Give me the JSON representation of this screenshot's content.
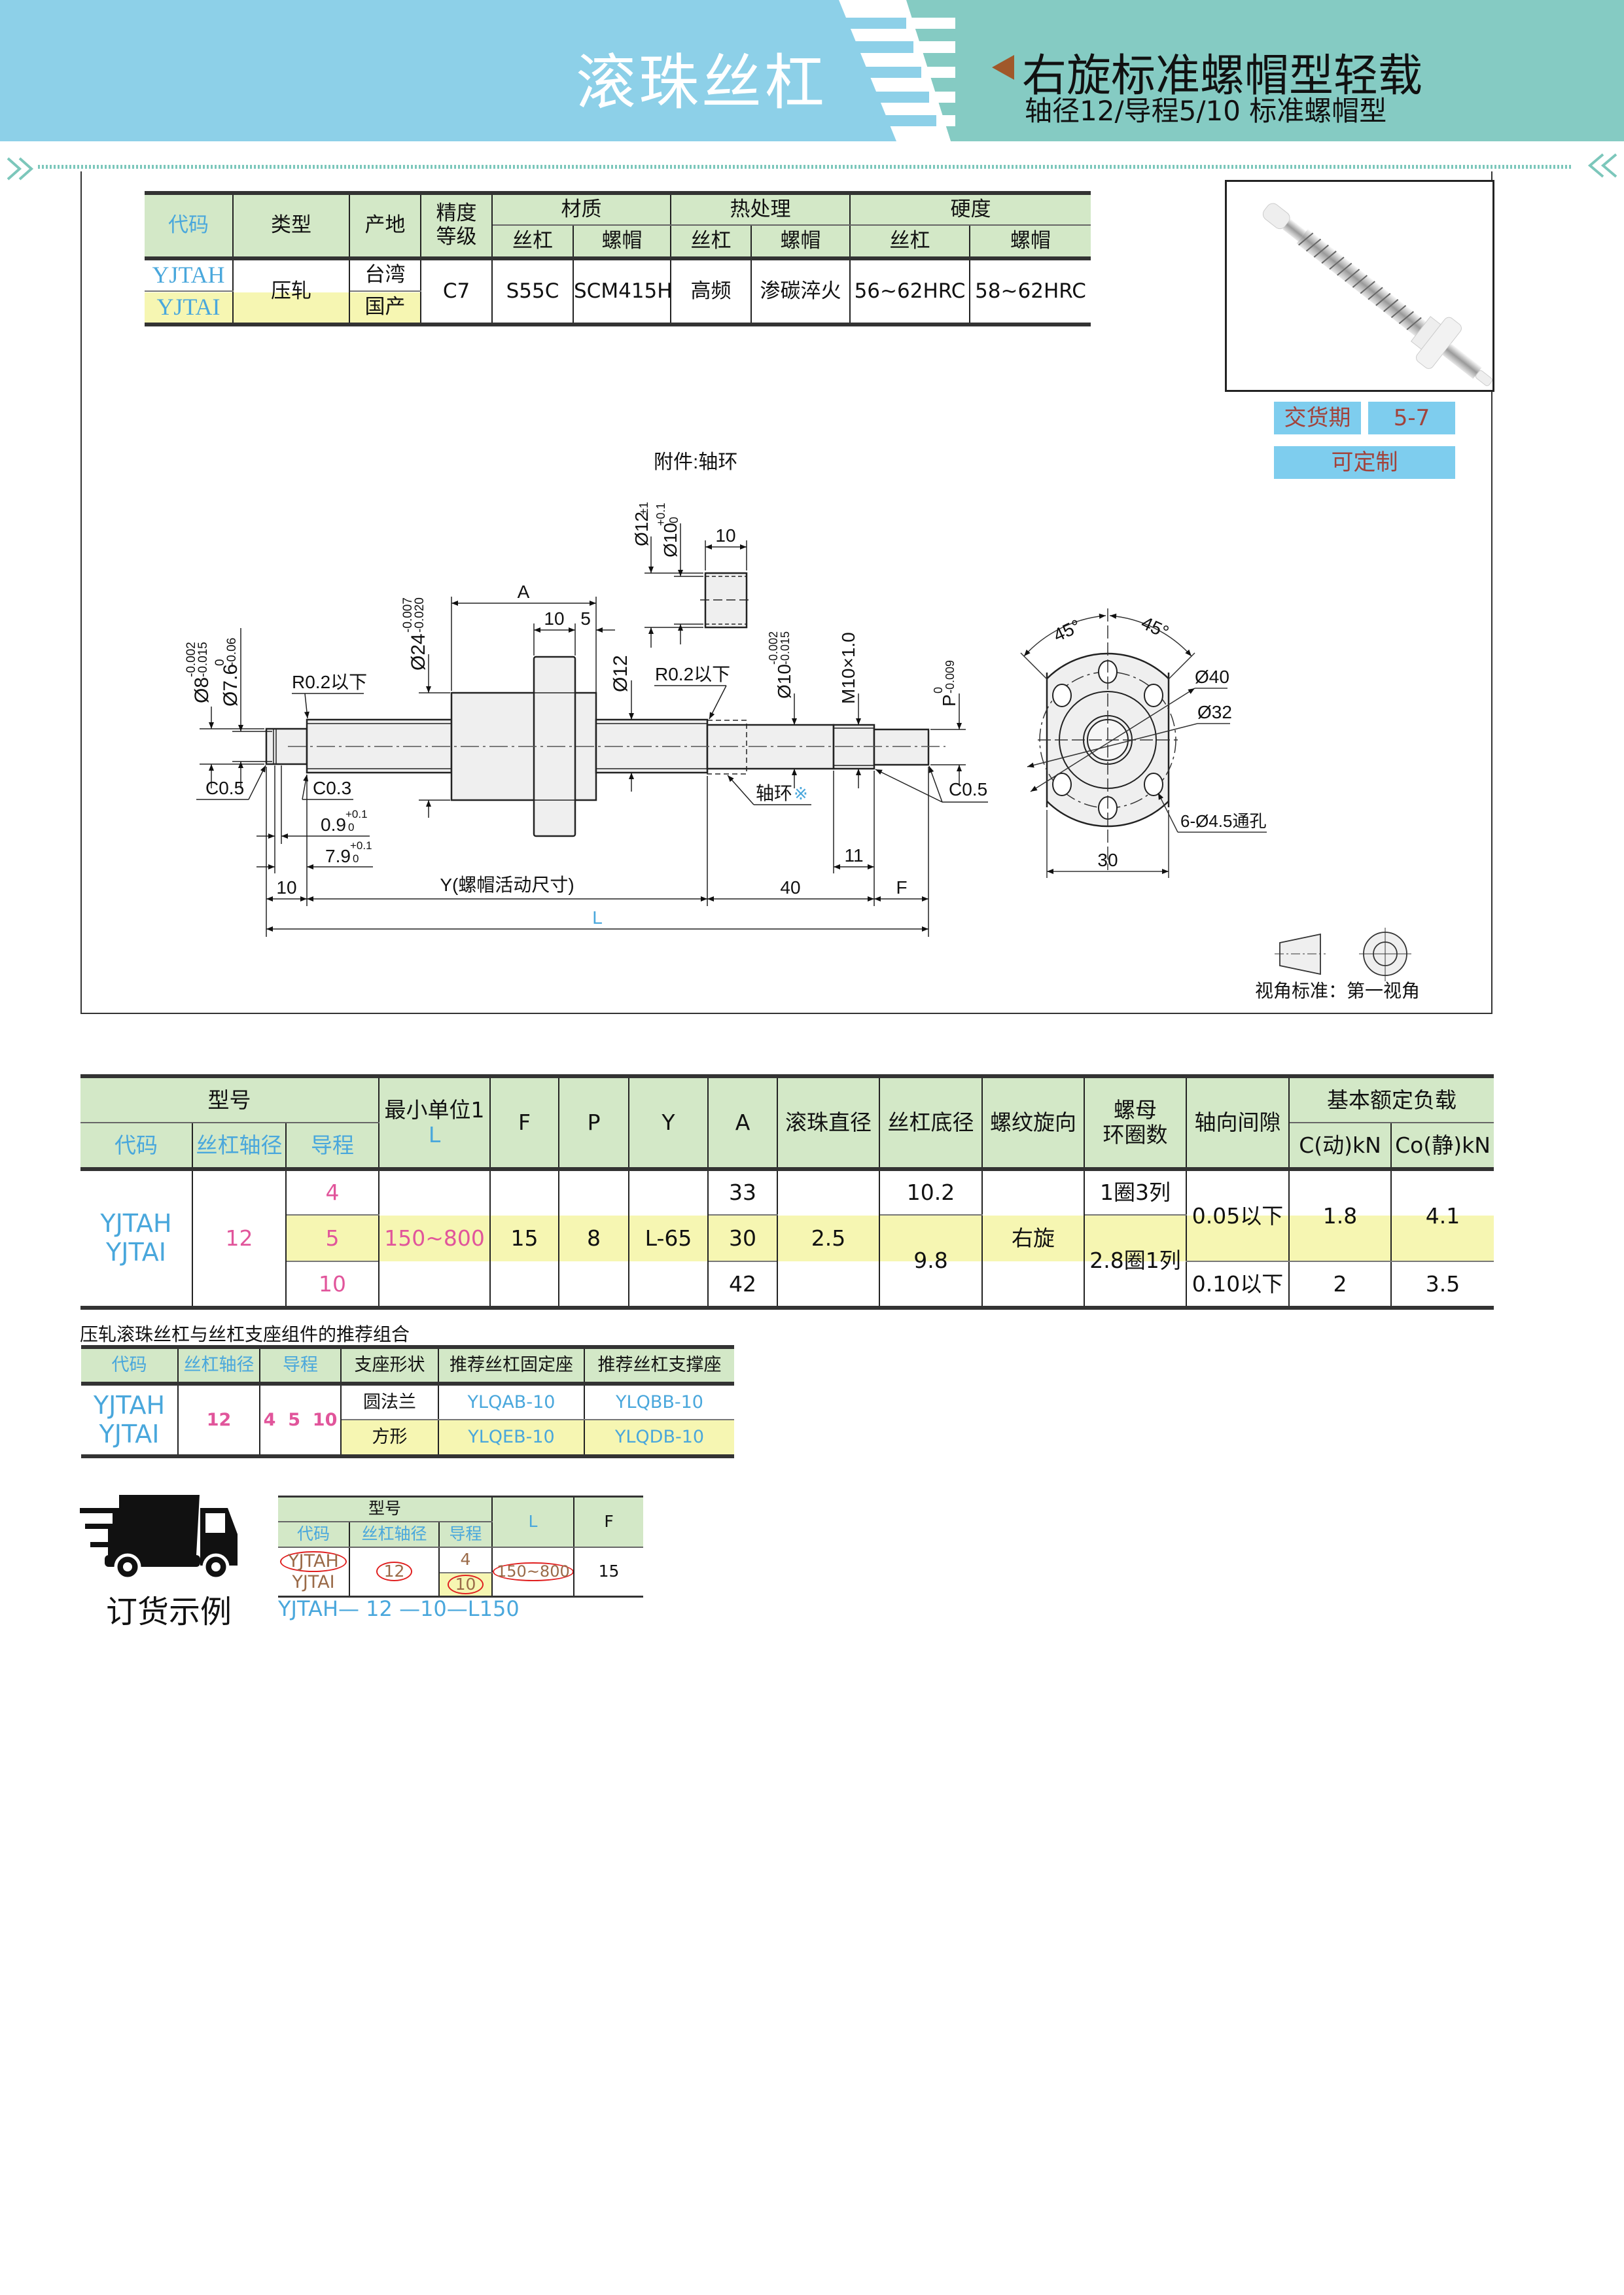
{
  "header": {
    "category": "滚珠丝杠",
    "title": "右旋标准螺帽型轻载",
    "subtitle": "轴径12/导程5/10  标准螺帽型",
    "colors": {
      "left_band": "#8dd0e8",
      "right_band": "#85cbc3",
      "arrow": "#a0582a"
    }
  },
  "spec_table": {
    "headers": {
      "code": "代码",
      "type": "类型",
      "origin": "产地",
      "grade_line1": "精度",
      "grade_line2": "等级",
      "material": "材质",
      "heat": "热处理",
      "hardness": "硬度",
      "screw": "丝杠",
      "nut": "螺帽"
    },
    "rows": [
      {
        "code": "YJTAH",
        "origin": "台湾"
      },
      {
        "code": "YJTAI",
        "origin": "国产"
      }
    ],
    "type": "压轧",
    "grade": "C7",
    "screw_material": "S55C",
    "nut_material": "SCM415H",
    "screw_heat": "高频",
    "nut_heat": "渗碳淬火",
    "screw_hardness": "56~62HRC",
    "nut_hardness": "58~62HRC"
  },
  "delivery": {
    "label": "交货期",
    "value": "5-7",
    "custom": "可定制"
  },
  "drawing": {
    "accessory_title": "附件:轴环",
    "d12_collar": {
      "main": "Ø12",
      "tol": "±1"
    },
    "d10_collar": {
      "main": "Ø10",
      "upper": "+0.1",
      "lower": "0"
    },
    "collar_len": "10",
    "d8": {
      "main": "Ø8",
      "upper": "-0.002",
      "lower": "-0.015"
    },
    "d76": {
      "main": "Ø7.6",
      "upper": "0",
      "lower": "-0.06"
    },
    "d24": {
      "main": "Ø24",
      "upper": "-0.007",
      "lower": "-0.020"
    },
    "d12": "Ø12",
    "d12b": "Ø12",
    "d10": {
      "main": "Ø10",
      "upper": "-0.002",
      "lower": "-0.015"
    },
    "m10": "M10×1.0",
    "p": {
      "main": "P",
      "upper": "0",
      "lower": "-0.009"
    },
    "a": "A",
    "flange_w": "10",
    "flange_off": "5",
    "r02_left": "R0.2以下",
    "r02_right": "R0.2以下",
    "c05_left": "C0.5",
    "c03": "C0.3",
    "c05_right": "C0.5",
    "g09": {
      "main": "0.9",
      "upper": "+0.1",
      "lower": "0"
    },
    "g79": {
      "main": "7.9",
      "upper": "+0.1",
      "lower": "0"
    },
    "collar_label": "轴环",
    "collar_mark": "※",
    "len10": "10",
    "y_label": "Y(螺帽活动尺寸)",
    "len40": "40",
    "f_label": "F",
    "len11": "11",
    "l_label": "L",
    "angle1": "45°",
    "angle2": "45°",
    "d40": "Ø40",
    "d32": "Ø32",
    "holes": "6-Ø4.5通孔",
    "width30": "30",
    "view_standard": "视角标准：第一视角"
  },
  "main_table": {
    "headers": {
      "model": "型号",
      "code": "代码",
      "shaft_dia": "丝杠轴径",
      "lead": "导程",
      "min_unit_line1": "最小单位1",
      "min_unit_line2": "L",
      "f": "F",
      "p": "P",
      "y": "Y",
      "a": "A",
      "ball_dia": "滚珠直径",
      "root_dia": "丝杠底径",
      "thread_dir": "螺纹旋向",
      "circuits_line1": "螺母",
      "circuits_line2": "环圈数",
      "backlash": "轴向间隙",
      "load": "基本额定负载",
      "c_dyn": "C(动)kN",
      "c_stat": "Co(静)kN"
    },
    "codes": [
      "YJTAH",
      "YJTAI"
    ],
    "shaft_dia": "12",
    "l_range": "150~800",
    "f": "15",
    "p": "8",
    "y": "L-65",
    "ball_dia": "2.5",
    "thread_dir": "右旋",
    "rows": [
      {
        "lead": "4",
        "a": "33"
      },
      {
        "lead": "5",
        "a": "30"
      },
      {
        "lead": "10",
        "a": "42"
      }
    ],
    "root_dia": [
      "10.2",
      "9.8"
    ],
    "circuits": [
      "1圈3列",
      "2.8圈1列"
    ],
    "backlash": [
      "0.05以下",
      "0.10以下"
    ],
    "c_dyn": [
      "1.8",
      "2"
    ],
    "c_stat": [
      "4.1",
      "3.5"
    ]
  },
  "combo": {
    "title": "压轧滚珠丝杠与丝杠支座组件的推荐组合",
    "headers": {
      "code": "代码",
      "shaft_dia": "丝杠轴径",
      "lead": "导程",
      "shape": "支座形状",
      "fixed": "推荐丝杠固定座",
      "support": "推荐丝杠支撑座"
    },
    "codes": [
      "YJTAH",
      "YJTAI"
    ],
    "shaft_dia": "12",
    "leads": "4  5  10",
    "rows": [
      {
        "shape": "圆法兰",
        "fixed": "YLQAB-10",
        "support": "YLQBB-10"
      },
      {
        "shape": "方形",
        "fixed": "YLQEB-10",
        "support": "YLQDB-10"
      }
    ]
  },
  "order": {
    "title": "订货示例",
    "headers": {
      "model": "型号",
      "code": "代码",
      "shaft_dia": "丝杠轴径",
      "lead": "导程",
      "l": "L",
      "f": "F"
    },
    "codes": [
      "YJTAH",
      "YJTAI"
    ],
    "shaft_dia": "12",
    "leads": [
      "4",
      "10"
    ],
    "l_range": "150~800",
    "f": "15",
    "example": "YJTAH— 12 —10—L150"
  }
}
